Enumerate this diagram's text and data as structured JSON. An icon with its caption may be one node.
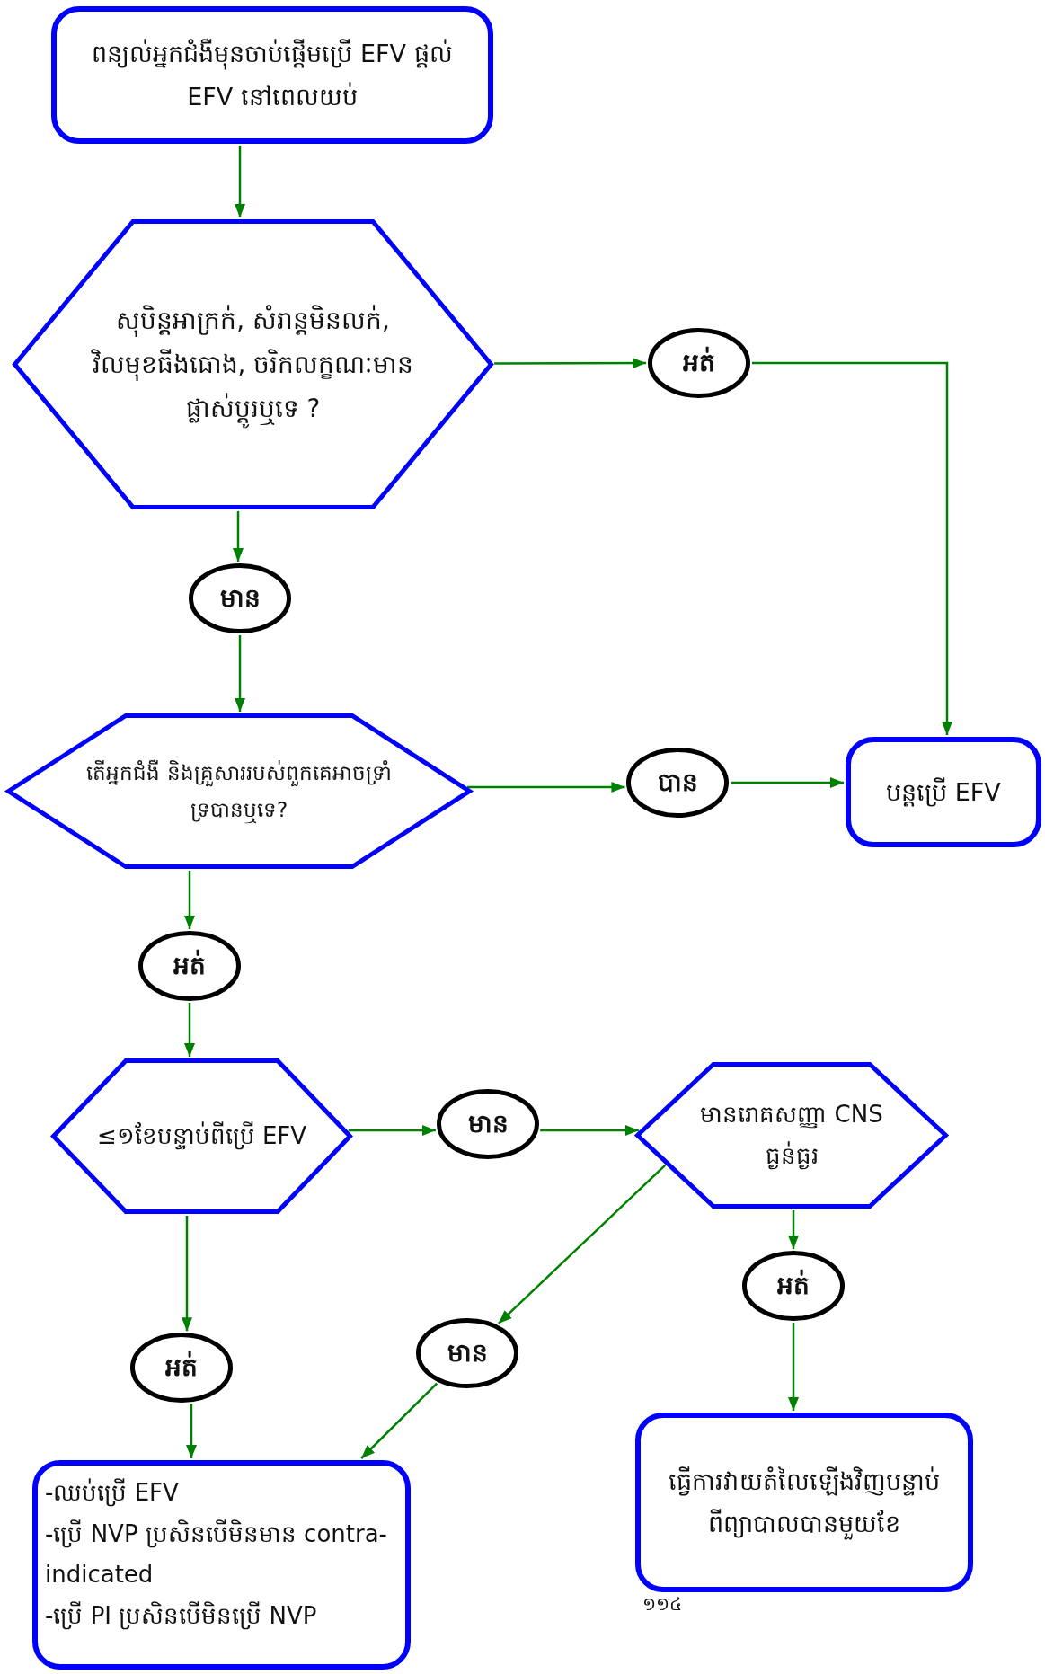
{
  "diagram": {
    "nodes": [
      {
        "text": [
          "ពន្យល់អ្នកជំងឺមុនចាប់ផ្តើមប្រើ EFV ផ្តល់ EFV នៅពេលយប់"
        ]
      },
      {
        "text": [
          "សុបិន្តអាក្រក់, សំរាន្តមិនលក់, វិលមុខធីងធោង, ចរិកលក្ខណៈមានផ្លាស់ប្តូរឬទេ ?"
        ]
      },
      {
        "text": [
          "អត់"
        ]
      },
      {
        "text": [
          "មាន"
        ]
      },
      {
        "text": [
          "តើអ្នកជំងឺ និងគ្រួសាររបស់ពួកគេអាចទ្រាំទ្របានឬទេ?"
        ]
      },
      {
        "text": [
          "បាន"
        ]
      },
      {
        "text": [
          "បន្តប្រើ EFV"
        ]
      },
      {
        "text": [
          "អត់"
        ]
      },
      {
        "text": [
          "≤១ខែបន្ទាប់ពីប្រើ EFV"
        ]
      },
      {
        "text": [
          "មាន"
        ]
      },
      {
        "text": [
          "មានរោគសញ្ញា CNS ធ្ងន់ធ្ងរ"
        ]
      },
      {
        "text": [
          "អត់"
        ]
      },
      {
        "text": [
          "អត់"
        ]
      },
      {
        "text": [
          "មាន"
        ]
      },
      {
        "text": [
          "-ឈប់ប្រើ EFV",
          "-ប្រើ NVP ប្រសិនបើមិនមាន contra-indicated",
          "-ប្រើ PI ប្រសិនបើមិនប្រើ NVP"
        ]
      },
      {
        "text": [
          "ធ្វើការវាយតំលៃឡើងវិញបន្ទាប់ពីព្យាបាលបានមួយខែ"
        ]
      }
    ],
    "edges": [
      {
        "from": 0,
        "to": 1,
        "arrow": "to"
      },
      {
        "from": 1,
        "to": 2,
        "arrow": "to"
      },
      {
        "from": 2,
        "to": 6,
        "arrow": "to"
      },
      {
        "from": 1,
        "to": 3,
        "arrow": "to"
      },
      {
        "from": 3,
        "to": 4,
        "arrow": "to"
      },
      {
        "from": 4,
        "to": 5,
        "arrow": "to"
      },
      {
        "from": 5,
        "to": 6,
        "arrow": "to"
      },
      {
        "from": 4,
        "to": 7,
        "arrow": "to"
      },
      {
        "from": 7,
        "to": 8,
        "arrow": "to"
      },
      {
        "from": 8,
        "to": 9,
        "arrow": "to"
      },
      {
        "from": 9,
        "to": 10,
        "arrow": "to"
      },
      {
        "from": 10,
        "to": 13,
        "arrow": "to"
      },
      {
        "from": 10,
        "to": 11,
        "arrow": "to"
      },
      {
        "from": 11,
        "to": 15,
        "arrow": "to"
      },
      {
        "from": 8,
        "to": 12,
        "arrow": "to"
      },
      {
        "from": 12,
        "to": 14,
        "arrow": "to"
      },
      {
        "from": 13,
        "to": 14,
        "arrow": "to"
      }
    ],
    "labels": [
      "១១៤"
    ]
  }
}
